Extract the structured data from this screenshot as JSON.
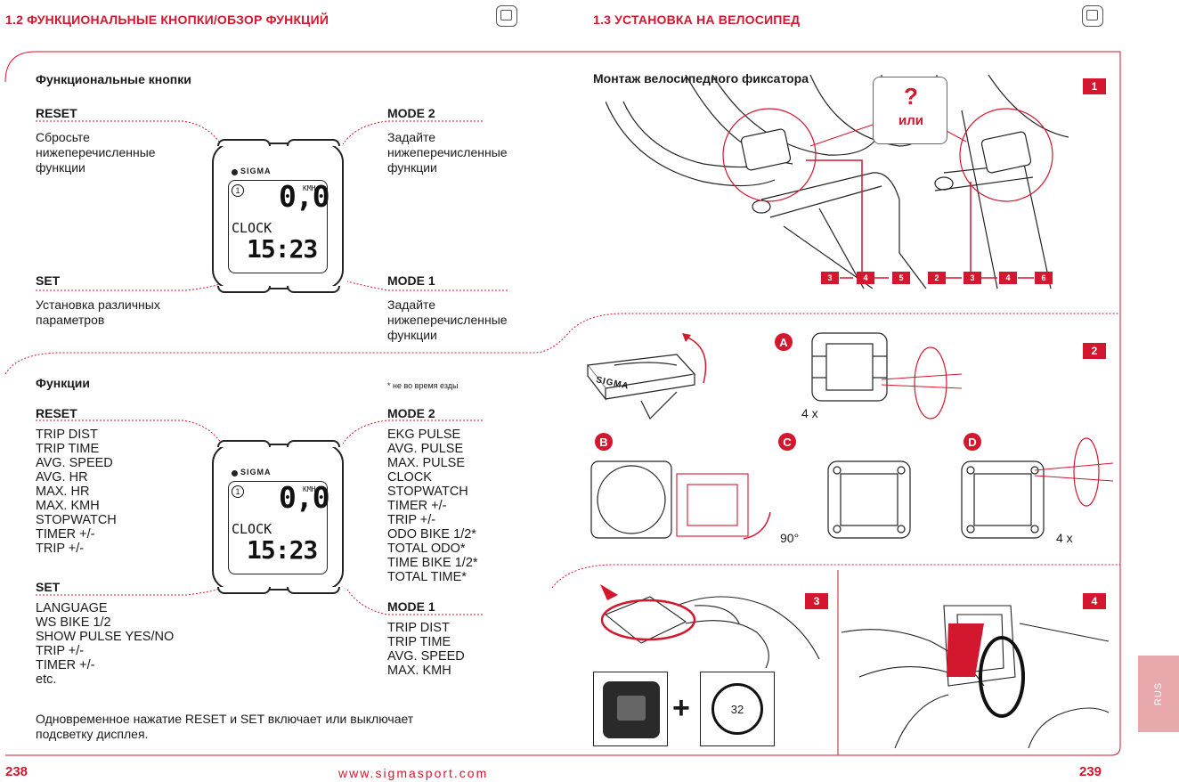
{
  "left": {
    "header": "1.2 ФУНКЦИОНАЛЬНЫЕ КНОПКИ/ОБЗОР ФУНКЦИЙ",
    "section1_title": "Функциональные кнопки",
    "reset_label": "RESET",
    "reset_desc": [
      "Сбросьте",
      "нижеперечисленные",
      "функции"
    ],
    "mode2_label": "MODE 2",
    "mode2_desc": [
      "Задайте",
      "нижеперечисленные",
      "функции"
    ],
    "set_label": "SET",
    "set_desc": [
      "Установка различных",
      "параметров"
    ],
    "mode1_label": "MODE 1",
    "mode1_desc": [
      "Задайте",
      "нижеперечисленные",
      "функции"
    ],
    "section2_title": "Функции",
    "note": "* не во время езды",
    "functions": {
      "reset_items": [
        "TRIP DIST",
        "TRIP TIME",
        "AVG. SPEED",
        "AVG. HR",
        "MAX. HR",
        "MAX. KMH",
        "STOPWATCH",
        "TIMER +/-",
        "TRIP +/-"
      ],
      "mode2_items": [
        "EKG PULSE",
        "AVG. PULSE",
        "MAX. PULSE",
        "CLOCK",
        "STOPWATCH",
        "TIMER +/-",
        "TRIP +/-",
        "ODO BIKE 1/2*",
        "TOTAL ODO*",
        "TIME BIKE 1/2*",
        "TOTAL TIME*"
      ],
      "set_items": [
        "LANGUAGE",
        "WS BIKE 1/2",
        "SHOW PULSE YES/NO",
        "TRIP +/-",
        "TIMER +/-",
        "etc."
      ],
      "mode1_items": [
        "TRIP DIST",
        "TRIP TIME",
        "AVG. SPEED",
        "MAX. KMH"
      ]
    },
    "footnote": [
      "Одновременное нажатие RESET и SET включает или выключает",
      "подсветку дисплея."
    ],
    "page_number": "238"
  },
  "device": {
    "brand": "SIGMA",
    "speed": "0,0",
    "unit": "KMH",
    "mode_text": "CLOCK",
    "time": "15:23",
    "indicator": "1"
  },
  "right": {
    "header": "1.3 УСТАНОВКА НА ВЕЛОСИПЕД",
    "mount_title": "Монтаж велосипедного фиксатора",
    "question_mark": "?",
    "or_label": "или",
    "step_badges": [
      "1",
      "2",
      "3",
      "4"
    ],
    "flow_a": [
      "3",
      "4",
      "5"
    ],
    "flow_b": [
      "2",
      "3",
      "4",
      "6"
    ],
    "letters": [
      "A",
      "B",
      "C",
      "D"
    ],
    "count_a": "4 x",
    "count_d": "4 x",
    "angle": "90°",
    "plus": "+",
    "ring_size": "32",
    "holder_brand": "SIGMA",
    "lang_tab": "RUS",
    "page_number": "239"
  },
  "footer_url": "www.sigmasport.com",
  "colors": {
    "accent": "#d3172e",
    "text": "#1a1a1a",
    "tab": "#e8a9ad"
  }
}
